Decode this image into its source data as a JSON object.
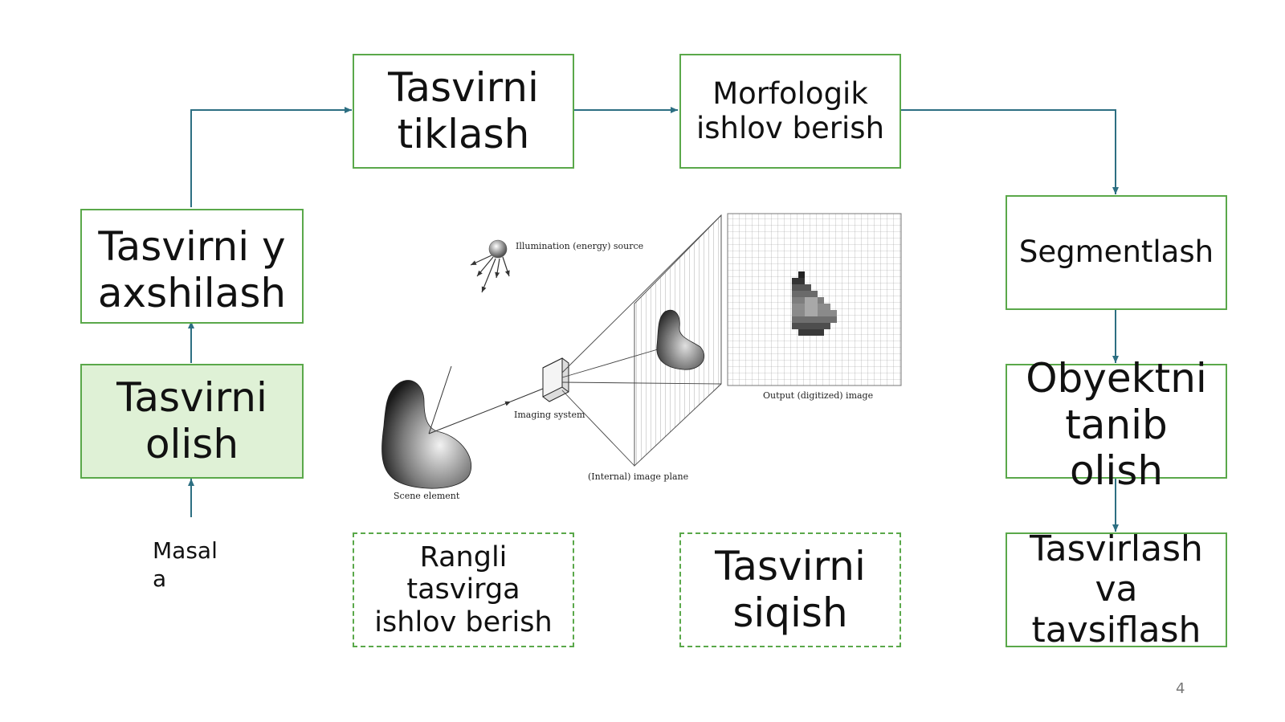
{
  "boxes": {
    "olish": "Tasvirni olish",
    "yaxshilash": "Tasvirni yaxshilash",
    "tiklash": "Tasvirni tiklash",
    "morfologik": "Morfologik ishlov berish",
    "segmentlash": "Segmentlash",
    "obyektni": "Obyektni tanib olish",
    "tasvirlash": "Tasvirlash va tavsiflash",
    "rangli": "Rangli tasvirga ishlov berish",
    "siqish": "Tasvirni siqish"
  },
  "masala": "Masala",
  "figure": {
    "illumination": "Illumination (energy) source",
    "imaging_system": "Imaging system",
    "image_plane": "(Internal) image plane",
    "output_image": "Output (digitized) image",
    "scene_element": "Scene element"
  },
  "page_number": "4",
  "colors": {
    "box_border": "#5aa84a",
    "box_fill_active": "#dff1d6",
    "connector": "#2d6f82"
  }
}
